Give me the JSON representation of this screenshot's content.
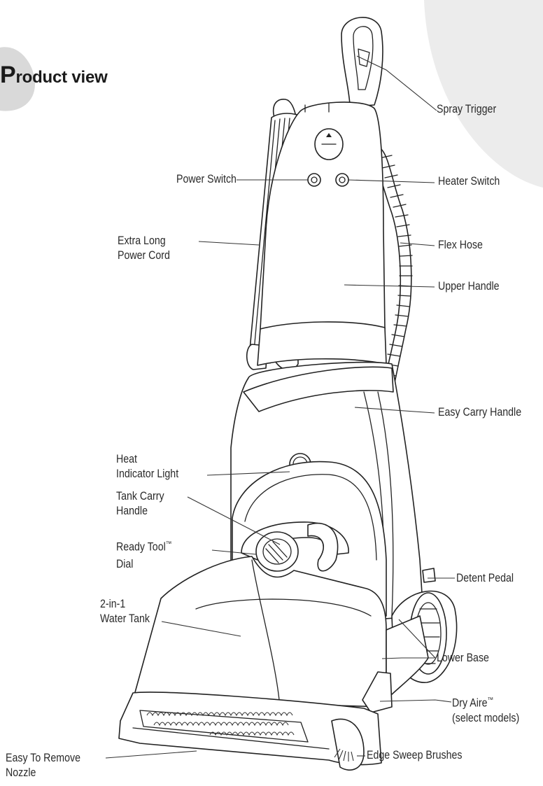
{
  "page": {
    "title_first": "P",
    "title_rest": "roduct view"
  },
  "labels": {
    "spray_trigger": "Spray Trigger",
    "power_switch": "Power Switch",
    "heater_switch": "Heater Switch",
    "extra_long_power_cord_1": "Extra Long",
    "extra_long_power_cord_2": "Power Cord",
    "flex_hose": "Flex Hose",
    "upper_handle": "Upper Handle",
    "easy_carry_handle": "Easy Carry Handle",
    "heat_indicator_light_1": "Heat",
    "heat_indicator_light_2": "Indicator Light",
    "tank_carry_handle_1": "Tank Carry",
    "tank_carry_handle_2": "Handle",
    "ready_tool_dial_1": "Ready Tool",
    "ready_tool_dial_tm": "™",
    "ready_tool_dial_2": "Dial",
    "detent_pedal": "Detent Pedal",
    "water_tank_1": "2-in-1",
    "water_tank_2": "Water Tank",
    "lower_base": "Lower Base",
    "dry_aire_1": "Dry Aire",
    "dry_aire_tm": "™",
    "dry_aire_2": "(select models)",
    "easy_to_remove_nozzle_1": "Easy To Remove",
    "easy_to_remove_nozzle_2": "Nozzle",
    "edge_sweep_brushes": "Edge Sweep Brushes"
  },
  "colors": {
    "background": "#ffffff",
    "decor_grey": "#ececec",
    "ink": "#222222"
  }
}
